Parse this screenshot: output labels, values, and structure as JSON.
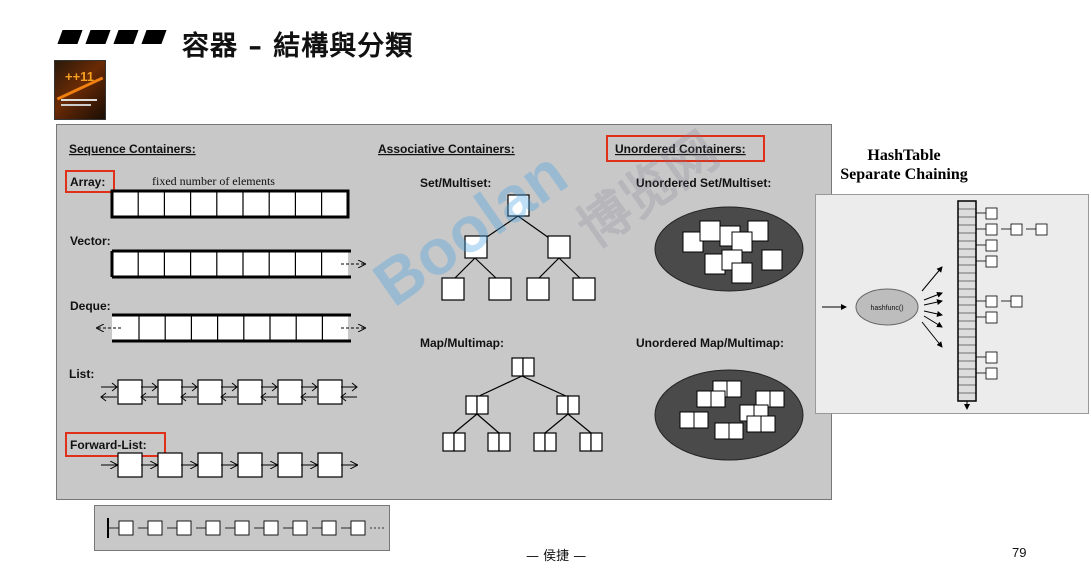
{
  "slide": {
    "title": "容器 – 結構與分類",
    "footer": "— 侯捷 —",
    "page_number": "79"
  },
  "watermark": {
    "text": "Boolan",
    "cjk": "博览网"
  },
  "sections": {
    "sequence": {
      "heading": "Sequence Containers:",
      "array": {
        "label": "Array:",
        "note": "fixed number of elements"
      },
      "vector": {
        "label": "Vector:"
      },
      "deque": {
        "label": "Deque:"
      },
      "list": {
        "label": "List:"
      },
      "forward_list": {
        "label": "Forward-List:"
      }
    },
    "associative": {
      "heading": "Associative Containers:",
      "set_label": "Set/Multiset:",
      "map_label": "Map/Multimap:"
    },
    "unordered": {
      "heading": "Unordered Containers:",
      "set_label": "Unordered Set/Multiset:",
      "map_label": "Unordered Map/Multimap:"
    }
  },
  "hashtable": {
    "title_line1": "HashTable",
    "title_line2": "Separate Chaining",
    "func_label": "hashfunc()"
  },
  "colors": {
    "highlight_box": "#e0301a",
    "panel_bg": "#c8c8c8",
    "ellipse_fill": "#4a4a4a",
    "watermark": "#46a0e6"
  }
}
